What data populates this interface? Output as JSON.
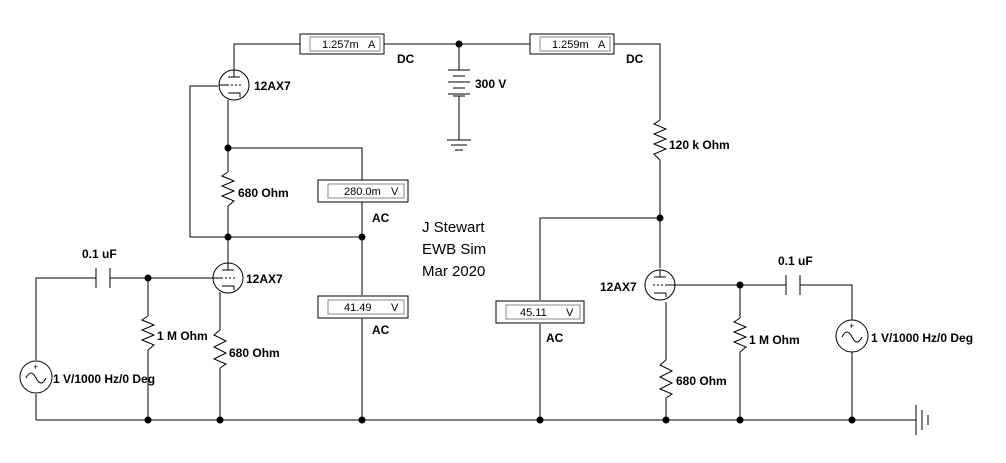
{
  "colors": {
    "wire": "#000000",
    "background": "#ffffff",
    "meter_frame": "#000000"
  },
  "tubes": [
    {
      "id": "V1",
      "label": "12AX7"
    },
    {
      "id": "V2",
      "label": "12AX7"
    },
    {
      "id": "V3",
      "label": "12AX7"
    }
  ],
  "meters": [
    {
      "id": "A1",
      "reading": "1.257m",
      "unit": "A",
      "mode": "DC"
    },
    {
      "id": "A2",
      "reading": "1.259m",
      "unit": "A",
      "mode": "DC"
    },
    {
      "id": "VM1",
      "reading": "280.0m",
      "unit": "V",
      "mode": "AC"
    },
    {
      "id": "VM2",
      "reading": "41.49",
      "unit": "V",
      "mode": "AC"
    },
    {
      "id": "VM3",
      "reading": "45.11",
      "unit": "V",
      "mode": "AC"
    }
  ],
  "components": {
    "battery": "300 V",
    "r_plate": "120 k Ohm",
    "r_cath_top": "680  Ohm",
    "r_grid_left": "1 M Ohm",
    "r_cath_left": "680  Ohm",
    "r_grid_right": "1 M Ohm",
    "r_cath_right": "680  Ohm",
    "c_left": "0.1 uF",
    "c_right": "0.1 uF",
    "src_left": "1 V/1000 Hz/0 Deg",
    "src_right": "1 V/1000 Hz/0 Deg"
  },
  "credit": {
    "line1": "J Stewart",
    "line2": "EWB Sim",
    "line3": "Mar 2020"
  },
  "icons": [
    "vacuum-triode-icon",
    "battery-icon",
    "ground-icon",
    "ac-source-icon",
    "resistor-icon",
    "capacitor-icon",
    "meter-icon"
  ]
}
